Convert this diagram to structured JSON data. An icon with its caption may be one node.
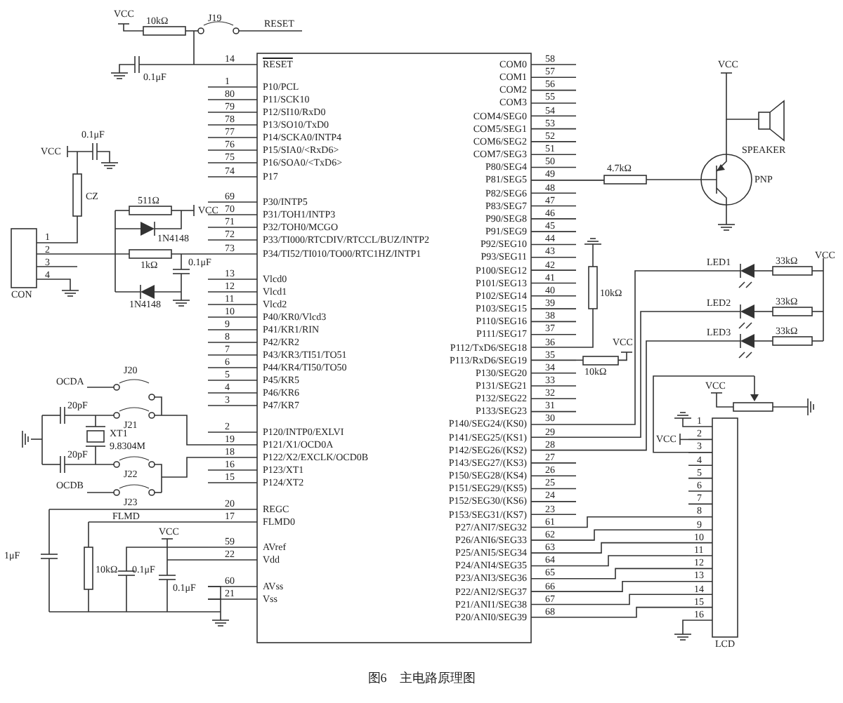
{
  "diagram": {
    "caption": "图6　主电路原理图",
    "labels": [
      "VCC",
      "10kΩ",
      "J19",
      "RESET",
      "0.1μF",
      "VCC",
      "0.1μF",
      "CZ",
      "511Ω",
      "VCC",
      "1N4148",
      "1kΩ",
      "0.1μF",
      "1",
      "2",
      "3",
      "4",
      "CON",
      "1N4148",
      "OCDA",
      "J20",
      "20pF",
      "J21",
      "XT1",
      "9.8304M",
      "20pF",
      "J22",
      "OCDB",
      "J23",
      "FLMD",
      "VCC",
      "1μF",
      "10kΩ",
      "0.1μF",
      "0.1μF",
      "14",
      "RESET",
      "1",
      "P10/PCL",
      "80",
      "P11/SCK10",
      "79",
      "P12/SI10/RxD0",
      "78",
      "P13/SO10/TxD0",
      "77",
      "P14/SCKA0/INTP4",
      "76",
      "P15/SIA0/<RxD6>",
      "75",
      "P16/SOA0/<TxD6>",
      "74",
      "P17",
      "69",
      "P30/INTP5",
      "70",
      "P31/TOH1/INTP3",
      "71",
      "P32/TOH0/MCGO",
      "72",
      "P33/TI000/RTCDIV/RTCCL/BUZ/INTP2",
      "73",
      "P34/TI52/TI010/TO00/RTC1HZ/INTP1",
      "13",
      "Vlcd0",
      "12",
      "Vlcd1",
      "11",
      "Vlcd2",
      "10",
      "P40/KR0/Vlcd3",
      "9",
      "P41/KR1/RIN",
      "8",
      "P42/KR2",
      "7",
      "P43/KR3/TI51/TO51",
      "6",
      "P44/KR4/TI50/TO50",
      "5",
      "P45/KR5",
      "4",
      "P46/KR6",
      "3",
      "P47/KR7",
      "2",
      "P120/INTP0/EXLVI",
      "19",
      "P121/X1/OCD0A",
      "18",
      "P122/X2/EXCLK/OCD0B",
      "16",
      "P123/XT1",
      "15",
      "P124/XT2",
      "20",
      "REGC",
      "17",
      "FLMD0",
      "59",
      "AVref",
      "22",
      "Vdd",
      "60",
      "AVss",
      "21",
      "Vss",
      "COM0",
      "58",
      "COM1",
      "57",
      "COM2",
      "56",
      "COM3",
      "55",
      "COM4/SEG0",
      "54",
      "COM5/SEG1",
      "53",
      "COM6/SEG2",
      "52",
      "COM7/SEG3",
      "51",
      "P80/SEG4",
      "50",
      "P81/SEG5",
      "49",
      "P82/SEG6",
      "48",
      "P83/SEG7",
      "47",
      "P90/SEG8",
      "46",
      "P91/SEG9",
      "45",
      "P92/SEG10",
      "44",
      "P93/SEG11",
      "43",
      "P100/SEG12",
      "42",
      "P101/SEG13",
      "41",
      "P102/SEG14",
      "40",
      "P103/SEG15",
      "39",
      "P110/SEG16",
      "38",
      "P111/SEG17",
      "37",
      "P112/TxD6/SEG18",
      "36",
      "P113/RxD6/SEG19",
      "35",
      "P130/SEG20",
      "34",
      "P131/SEG21",
      "33",
      "P132/SEG22",
      "32",
      "P133/SEG23",
      "31",
      "P140/SEG24/(KS0)",
      "30",
      "P141/SEG25/(KS1)",
      "29",
      "P142/SEG26/(KS2)",
      "28",
      "P143/SEG27/(KS3)",
      "27",
      "P150/SEG28/(KS4)",
      "26",
      "P151/SEG29/(KS5)",
      "25",
      "P152/SEG30/(KS6)",
      "24",
      "P153/SEG31/(KS7)",
      "23",
      "P27/ANI7/SEG32",
      "61",
      "P26/ANI6/SEG33",
      "62",
      "P25/ANI5/SEG34",
      "63",
      "P24/ANI4/SEG35",
      "64",
      "P23/ANI3/SEG36",
      "65",
      "P22/ANI2/SEG37",
      "66",
      "P21/ANI1/SEG38",
      "67",
      "P20/ANI0/SEG39",
      "68",
      "VCC",
      "SPEAKER",
      "4.7kΩ",
      "PNP",
      "LED1",
      "33kΩ",
      "VCC",
      "LED2",
      "33kΩ",
      "LED3",
      "33kΩ",
      "10kΩ",
      "VCC",
      "10kΩ",
      "VCC",
      "VCC",
      "1",
      "2",
      "3",
      "4",
      "5",
      "6",
      "7",
      "8",
      "9",
      "10",
      "11",
      "12",
      "13",
      "14",
      "15",
      "16",
      "LCD"
    ]
  }
}
